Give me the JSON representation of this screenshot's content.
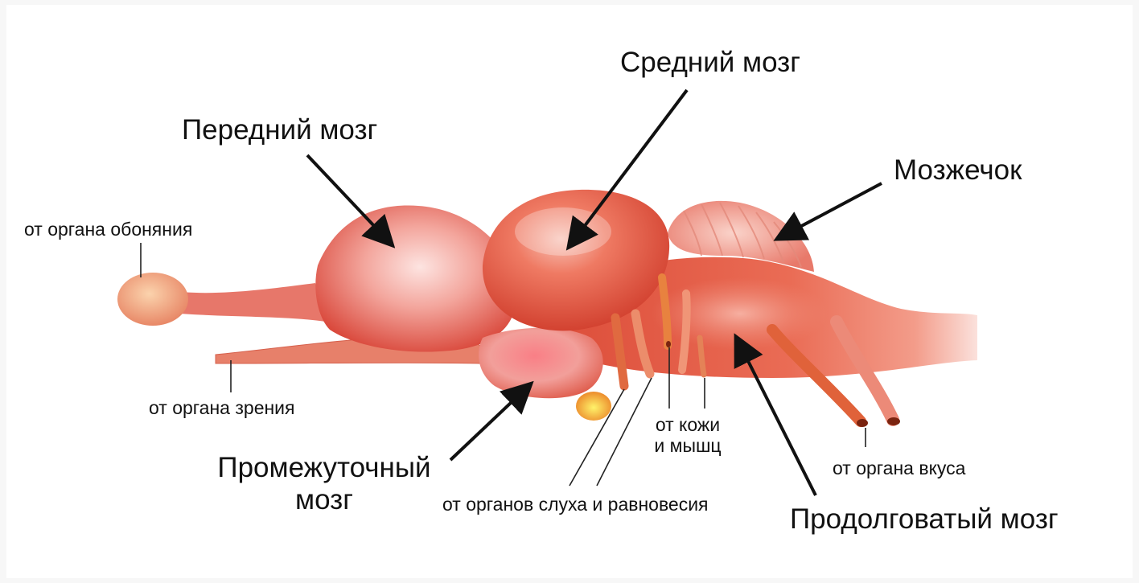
{
  "labels": {
    "forebrain": "Передний мозг",
    "midbrain": "Средний мозг",
    "cerebellum": "Мозжечок",
    "diencephalon_line1": "Промежуточный",
    "diencephalon_line2": "мозг",
    "medulla": "Продолговатый мозг",
    "olfactory": "от органа обоняния",
    "vision": "от органа зрения",
    "hearing": "от органов слуха и равновесия",
    "skin_line1": "от кожи",
    "skin_line2": "и мышц",
    "taste": "от органа вкуса"
  },
  "colors": {
    "background": "#ffffff",
    "tissue_dark": "#d94a3a",
    "tissue_mid": "#ef6f5c",
    "tissue_light": "#f9c9c2",
    "pituitary": "#f2d21c",
    "arrow": "#111111"
  }
}
